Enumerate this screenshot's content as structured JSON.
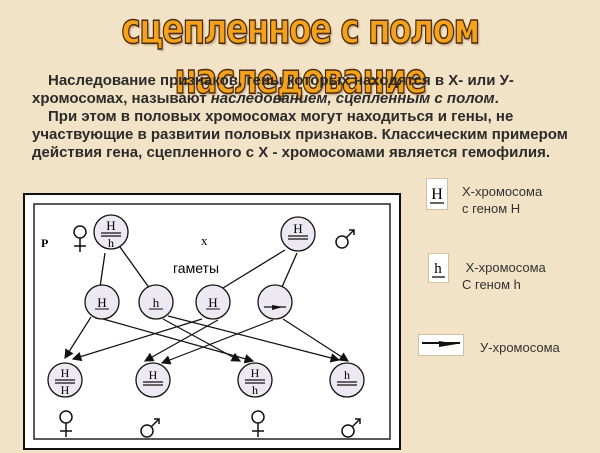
{
  "title": "сцепленное с полом наследование",
  "paragraph1_start": "Наследование признаков, гены которых находятся в  X- или У-хромосомах, называют ",
  "paragraph1_italic": "наследованием, сцепленным с полом",
  "paragraph1_end": ".",
  "paragraph2": "При этом в половых хромосомах могут находиться и гены, не участвующие в развитии половых признаков. Классическим примером действия гена, сцепленного с X - хромосомами является гемофилия.",
  "diagram": {
    "generation_label": "P",
    "cross_symbol": "x",
    "gametes_label": "гаметы",
    "allele_dominant": "H",
    "allele_recessive": "h",
    "female_symbol": "♀",
    "male_symbol": "♂"
  },
  "legend": [
    {
      "icon": "H",
      "text_line1": "X-хромосома",
      "text_line2": "с геном Н"
    },
    {
      "icon": "h",
      "text_line1": " X-хромосома",
      "text_line2": "С геном h"
    },
    {
      "icon": "y-chromosome",
      "text_line1": "У-хромосома"
    }
  ],
  "colors": {
    "title_fill": "#f4a21b",
    "background": "#f2e2c6",
    "node_fill": "#ece9f3"
  }
}
